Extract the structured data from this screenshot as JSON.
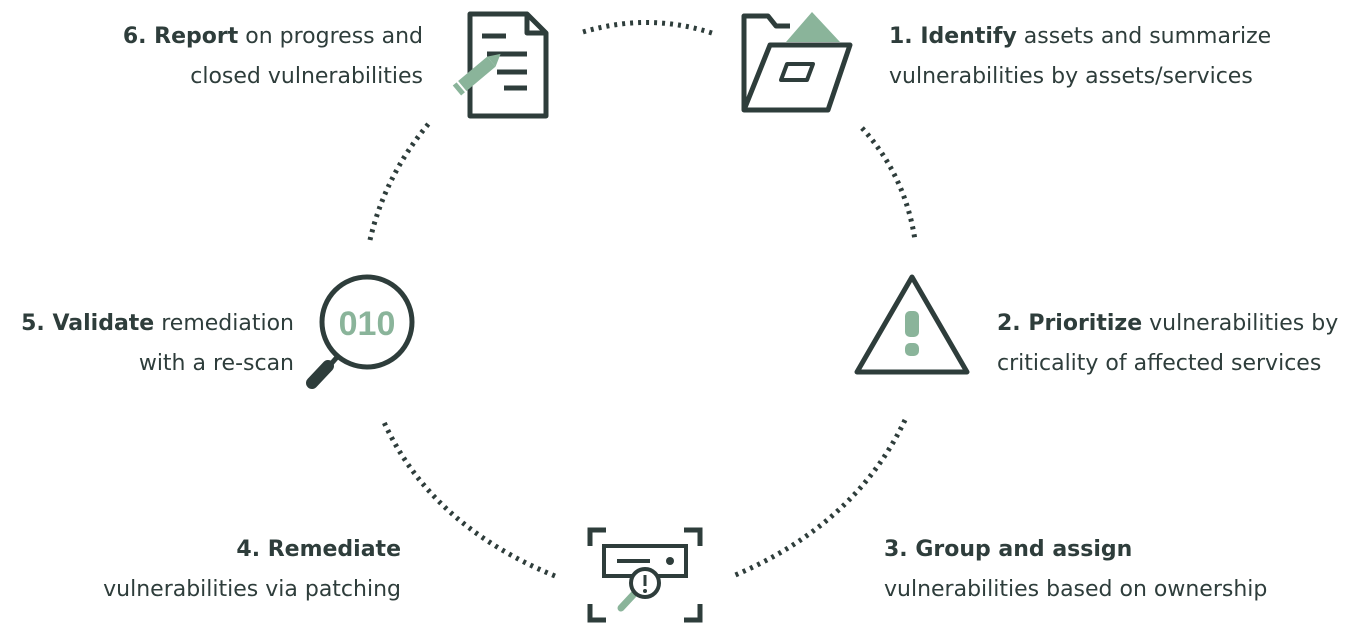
{
  "colors": {
    "dark": "#2e3d3b",
    "accent": "#8ab49a",
    "background": "#ffffff"
  },
  "steps": [
    {
      "id": "step-1",
      "icon": "folder-icon",
      "title": "1. Identify",
      "rest": " assets and summarize",
      "line2": "vulnerabilities by assets/services"
    },
    {
      "id": "step-2",
      "icon": "warning-triangle-icon",
      "title": "2. Prioritize",
      "rest": " vulnerabilities by",
      "line2": "criticality of affected services"
    },
    {
      "id": "step-3",
      "icon": "scan-assign-icon",
      "title": "3. Group and assign",
      "rest": "",
      "line2": "vulnerabilities based on ownership"
    },
    {
      "id": "step-4",
      "icon": "patch-scan-icon",
      "title": "4. Remediate",
      "rest": "",
      "line2": "vulnerabilities via patching"
    },
    {
      "id": "step-5",
      "icon": "magnifier-binary-icon",
      "title": "5. Validate",
      "rest": " remediation",
      "line2": "with a re-scan",
      "icon_text": "010"
    },
    {
      "id": "step-6",
      "icon": "document-pencil-icon",
      "title": "6. Report",
      "rest": " on progress and",
      "line2": "closed vulnerabilities"
    }
  ]
}
